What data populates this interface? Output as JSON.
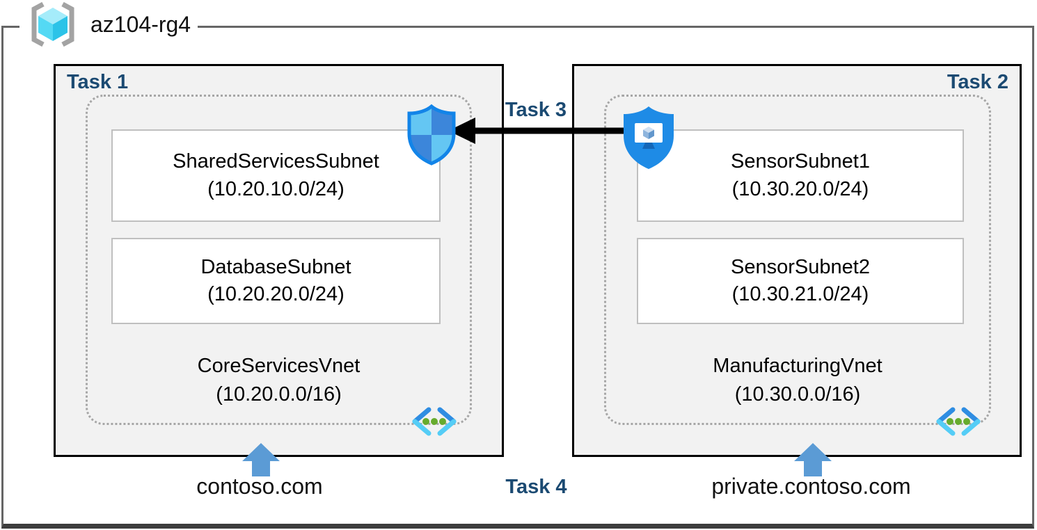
{
  "diagram": {
    "resource_group_name": "az104-rg4",
    "tasks": {
      "task1": "Task 1",
      "task2": "Task 2",
      "task3": "Task 3",
      "task4": "Task 4"
    },
    "left": {
      "subnets": [
        {
          "name": "SharedServicesSubnet",
          "cidr": "(10.20.10.0/24)"
        },
        {
          "name": "DatabaseSubnet",
          "cidr": "(10.20.20.0/24)"
        }
      ],
      "vnet_name": "CoreServicesVnet",
      "vnet_cidr": "(10.20.0.0/16)",
      "dns_zone": "contoso.com"
    },
    "right": {
      "subnets": [
        {
          "name": "SensorSubnet1",
          "cidr": "(10.30.20.0/24)"
        },
        {
          "name": "SensorSubnet2",
          "cidr": "(10.30.21.0/24)"
        }
      ],
      "vnet_name": "ManufacturingVnet",
      "vnet_cidr": "(10.30.0.0/16)",
      "dns_zone": "private.contoso.com"
    },
    "icons": {
      "resource_group": "resource-group-icon",
      "network_security_group": "network-security-group-shield-icon",
      "bastion": "bastion-shield-monitor-icon",
      "virtual_network": "virtual-network-chevrons-icon",
      "peering_arrow": "left-black-arrow-icon",
      "dns_arrow": "blue-up-arrow-icon"
    },
    "colors": {
      "task_label_navy": "#1b4a72",
      "box_fill": "#f2f2f2",
      "box_border": "#000000",
      "dotted_border": "#a6a6a6",
      "subnet_border": "#bfbfbf",
      "blue_arrow": "#5b9bd5",
      "nsg_light": "#64c6f3",
      "nsg_dark": "#3c86da",
      "bastion_blue": "#1e8be6",
      "vnet_chevron_dark": "#2f8de2",
      "vnet_chevron_light": "#55cdf6",
      "vnet_dot_green": "#67ab2d",
      "cube_cyan": "#54d9f4",
      "bracket_gray": "#a3a3a3"
    }
  }
}
